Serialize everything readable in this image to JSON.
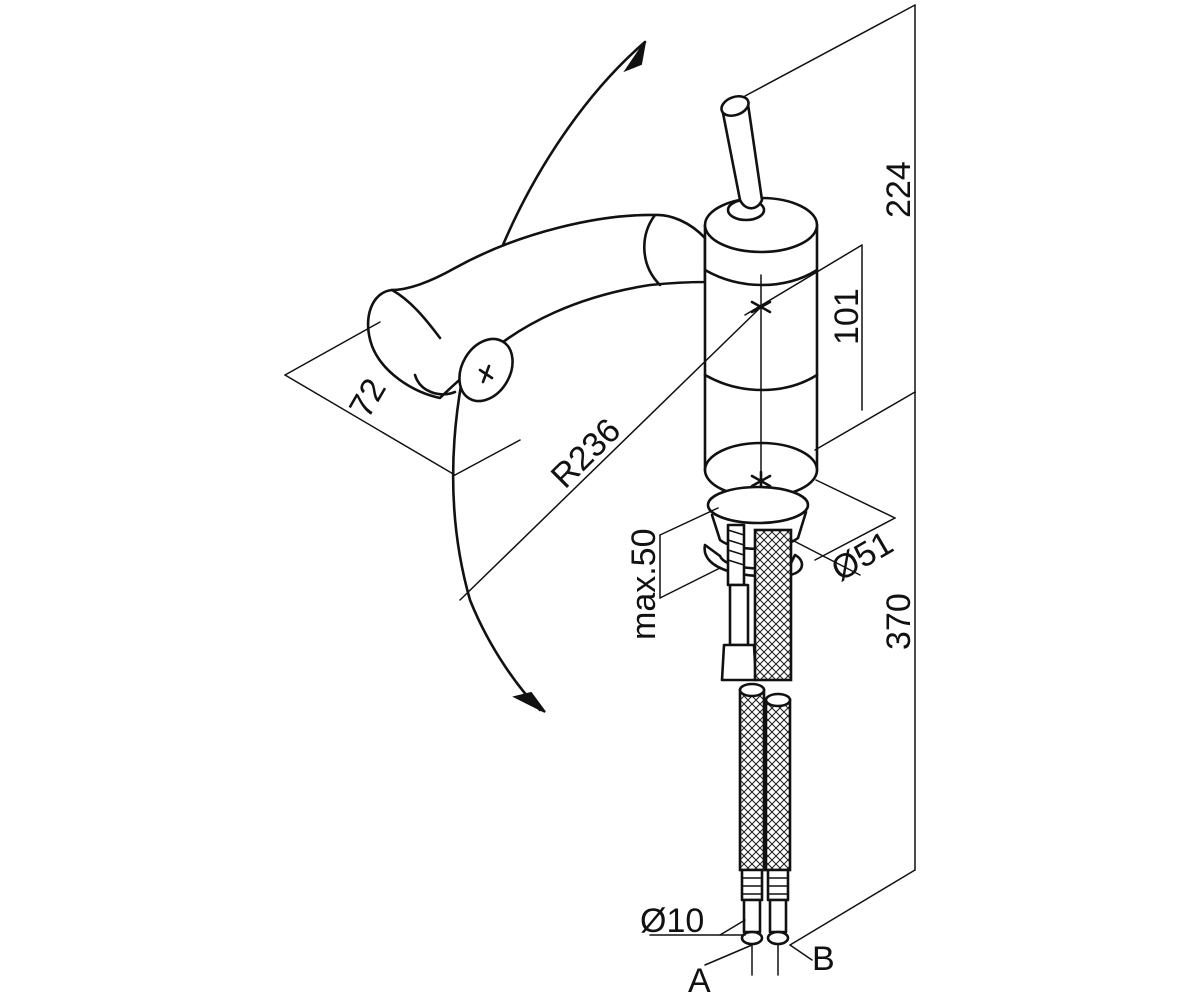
{
  "labels": {
    "height_total": "224",
    "height_body": "101",
    "lower_length": "370",
    "spout_depth": "72",
    "swivel_radius": "R236",
    "body_diameter": "Ø51",
    "hose_diameter": "Ø10",
    "max_thickness": "max.50",
    "hose_a": "A",
    "hose_b": "B"
  },
  "icons": {
    "swivel_arrow": "double-arrow-arc-icon",
    "center_mark": "cross-mark-icon"
  }
}
